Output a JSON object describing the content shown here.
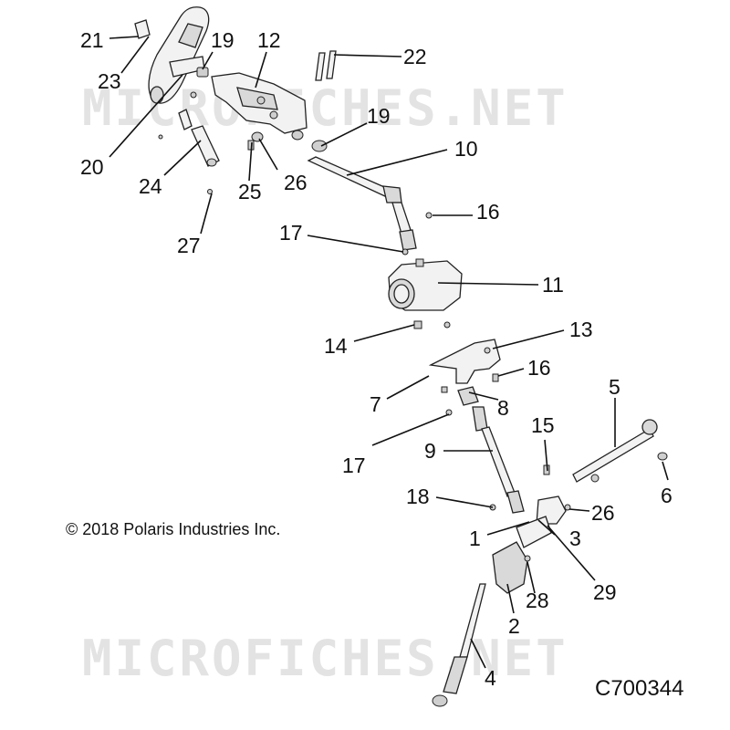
{
  "watermark": {
    "text_top": "MICROFICHES.NET",
    "text_bottom": "MICROFICHES.NET"
  },
  "copyright": "© 2018 Polaris Industries Inc.",
  "drawing_code": "C700344",
  "callouts": {
    "c21": "21",
    "c23": "23",
    "c19a": "19",
    "c12": "12",
    "c22": "22",
    "c20": "20",
    "c19b": "19",
    "c10": "10",
    "c24": "24",
    "c25": "25",
    "c26a": "26",
    "c27": "27",
    "c17a": "17",
    "c16a": "16",
    "c11": "11",
    "c14": "14",
    "c13": "13",
    "c7": "7",
    "c16b": "16",
    "c8": "8",
    "c5": "5",
    "c17b": "17",
    "c9": "9",
    "c15": "15",
    "c6": "6",
    "c18": "18",
    "c26b": "26",
    "c1": "1",
    "c3": "3",
    "c29": "29",
    "c28": "28",
    "c2": "2",
    "c4": "4"
  }
}
